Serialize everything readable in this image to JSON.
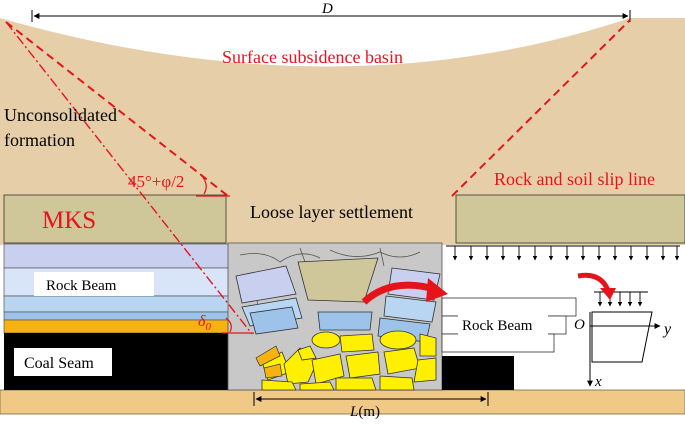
{
  "labels": {
    "width_symbol": "D",
    "basin": "Surface subsidence basin",
    "unconsolidated_line1": "Unconsolidated",
    "unconsolidated_line2": "formation",
    "angle": "45°+φ/2",
    "slip_line": "Rock and soil slip line",
    "mks": "MKS",
    "loose_settlement": "Loose layer settlement",
    "rock_beam_left": "Rock Beam",
    "rock_beam_right": "Rock Beam",
    "coal_seam": "Coal Seam",
    "delta": "δ",
    "delta_sub": "0",
    "origin": "O",
    "axis_y": "y",
    "axis_x": "x",
    "length_symbol": "L",
    "length_unit": "(m)"
  },
  "colors": {
    "soil": "#e6cfa8",
    "mks_layer": "#cfc79a",
    "red": "#e5141b",
    "rock_layer_1": "#c9cfee",
    "rock_layer_2": "#d8e4f8",
    "rock_layer_3": "#b8d6f2",
    "rock_layer_4": "#9dc3ea",
    "orange": "#f6b20e",
    "coal": "#000000",
    "goaf": "#c8c8c8",
    "rubble_yellow": "#ffef00",
    "floor": "#f0c987"
  }
}
